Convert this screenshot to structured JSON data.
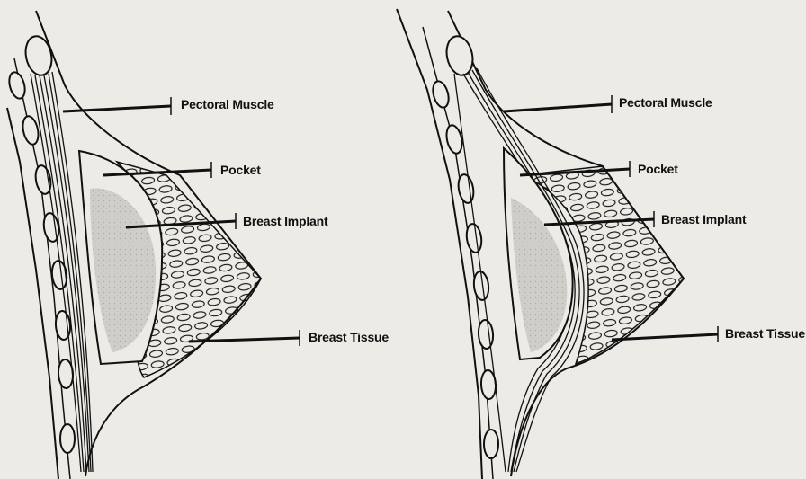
{
  "diagrams": [
    {
      "labels": {
        "pectoral_muscle": "Pectoral Muscle",
        "pocket": "Pocket",
        "breast_implant": "Breast Implant",
        "breast_tissue": "Breast Tissue"
      }
    },
    {
      "labels": {
        "pectoral_muscle": "Pectoral Muscle",
        "pocket": "Pocket",
        "breast_implant": "Breast Implant",
        "breast_tissue": "Breast Tissue"
      }
    }
  ],
  "colors": {
    "background": "#ecebe6",
    "ink": "#111111",
    "implant_fill": "#c9c8c2"
  }
}
